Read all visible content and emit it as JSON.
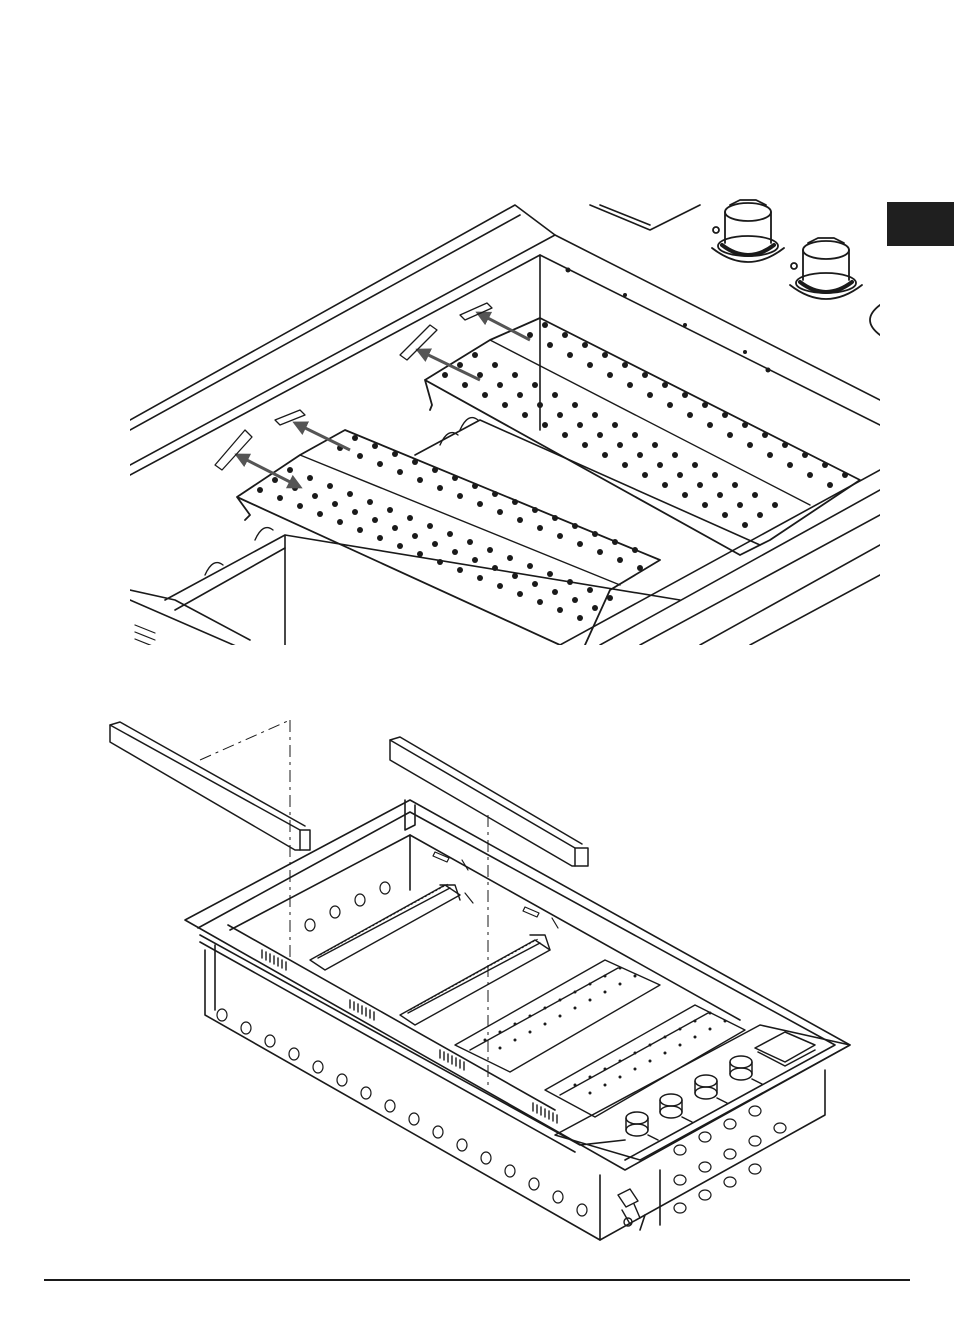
{
  "colors": {
    "ink": "#1a1a1a",
    "tab": "#1f1f1f",
    "arrow": "#555555",
    "page": "#ffffff"
  },
  "figures": [
    {
      "id": "fig-detail",
      "icon": "burner-flame-tamer-removal-detail"
    },
    {
      "id": "fig-overview",
      "icon": "grill-body-exploded-view"
    }
  ]
}
